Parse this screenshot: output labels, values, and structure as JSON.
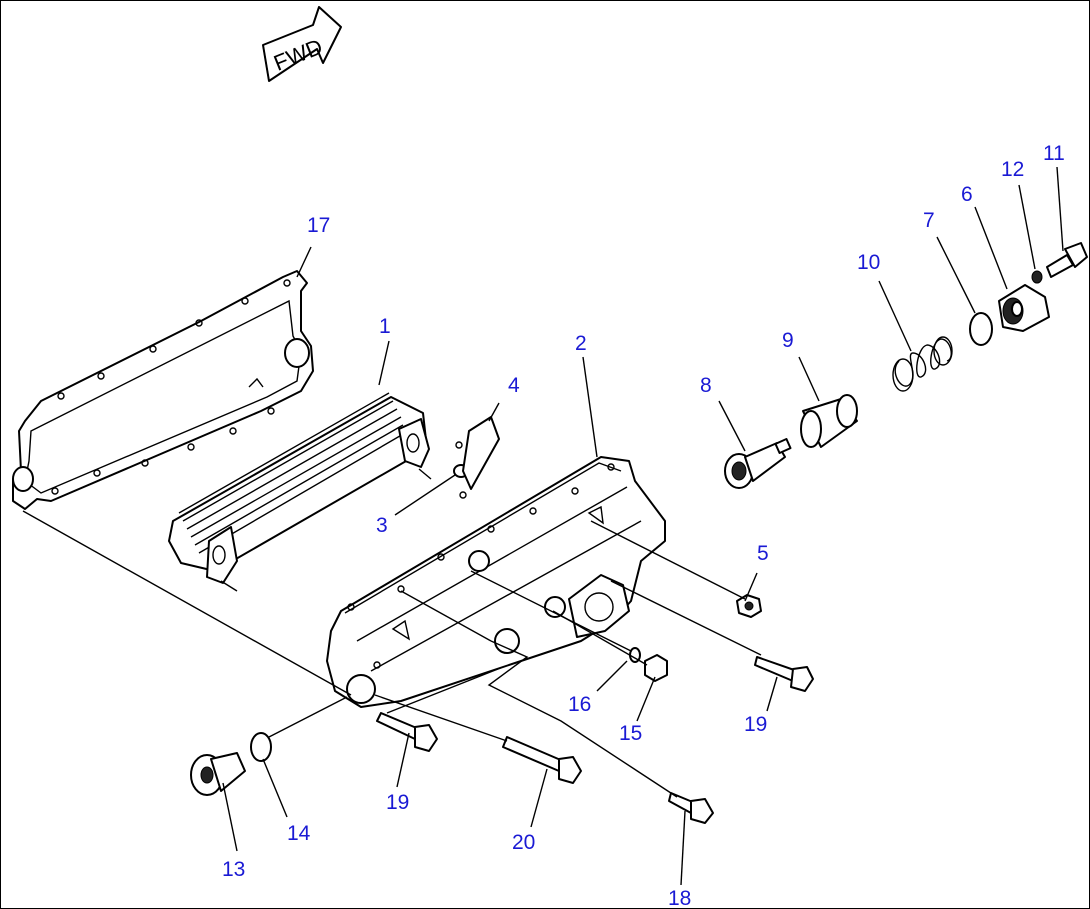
{
  "fwd_label": "FWD",
  "callouts": [
    {
      "id": "1",
      "label": "1"
    },
    {
      "id": "2",
      "label": "2"
    },
    {
      "id": "3",
      "label": "3"
    },
    {
      "id": "4",
      "label": "4"
    },
    {
      "id": "5",
      "label": "5"
    },
    {
      "id": "6",
      "label": "6"
    },
    {
      "id": "7",
      "label": "7"
    },
    {
      "id": "8",
      "label": "8"
    },
    {
      "id": "9",
      "label": "9"
    },
    {
      "id": "10",
      "label": "10"
    },
    {
      "id": "11",
      "label": "11"
    },
    {
      "id": "12",
      "label": "12"
    },
    {
      "id": "13",
      "label": "13"
    },
    {
      "id": "14",
      "label": "14"
    },
    {
      "id": "15",
      "label": "15"
    },
    {
      "id": "16",
      "label": "16"
    },
    {
      "id": "17",
      "label": "17"
    },
    {
      "id": "18",
      "label": "18"
    },
    {
      "id": "19a",
      "label": "19"
    },
    {
      "id": "19b",
      "label": "19"
    },
    {
      "id": "20",
      "label": "20"
    }
  ],
  "colors": {
    "callout": "#1a1ad4",
    "line": "#000000",
    "background": "#ffffff"
  }
}
